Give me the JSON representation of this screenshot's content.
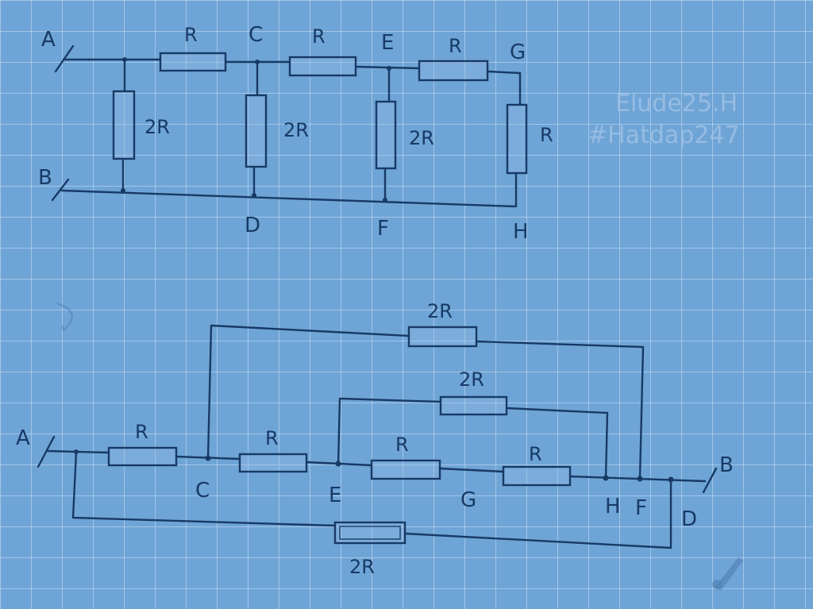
{
  "watermark": {
    "line1": "Elude25.H",
    "line2": "#Hatdap247"
  },
  "circuit1": {
    "nodes": {
      "A": "A",
      "B": "B",
      "C": "C",
      "D": "D",
      "E": "E",
      "F": "F",
      "G": "G",
      "H": "H"
    },
    "resistors": {
      "AC": "R",
      "CE": "R",
      "EG": "R",
      "shunt1": "2R",
      "CD": "2R",
      "EF": "2R",
      "GH": "R"
    }
  },
  "circuit2": {
    "nodes": {
      "A": "A",
      "C": "C",
      "E": "E",
      "G": "G",
      "H": "H",
      "F": "F",
      "D": "D",
      "B": "B"
    },
    "resistors": {
      "AC": "R",
      "CE": "R",
      "EG": "R",
      "GH": "R",
      "top_CF": "2R",
      "mid_EH": "2R",
      "bottom_AD": "2R"
    }
  }
}
